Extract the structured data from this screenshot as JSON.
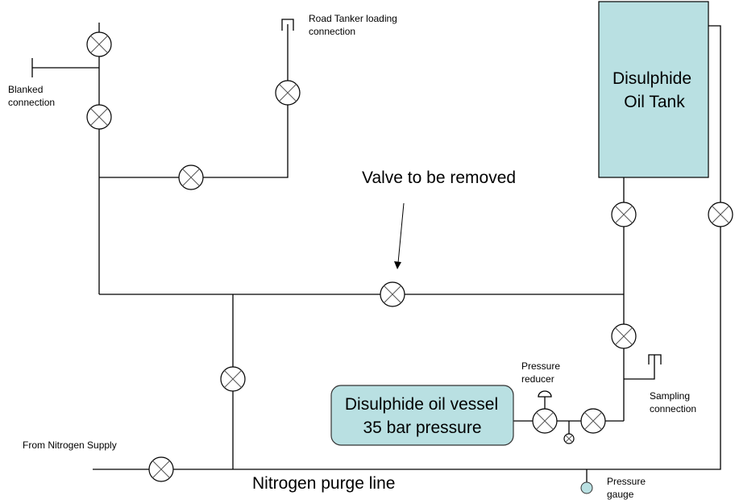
{
  "labels": {
    "road_tanker_1": "Road Tanker loading",
    "road_tanker_2": "connection",
    "blanked_1": "Blanked",
    "blanked_2": "connection",
    "valve_removed": "Valve to be removed",
    "tank_1": "Disulphide",
    "tank_2": "Oil Tank",
    "vessel_1": "Disulphide oil vessel",
    "vessel_2": "35 bar pressure",
    "reducer_1": "Pressure",
    "reducer_2": "reducer",
    "sampling_1": "Sampling",
    "sampling_2": "connection",
    "nitrogen_supply": "From Nitrogen Supply",
    "purge_line": "Nitrogen purge line",
    "gauge_1": "Pressure",
    "gauge_2": "gauge"
  },
  "colors": {
    "vessel_fill": "#b9e0e2",
    "line": "#000000"
  }
}
